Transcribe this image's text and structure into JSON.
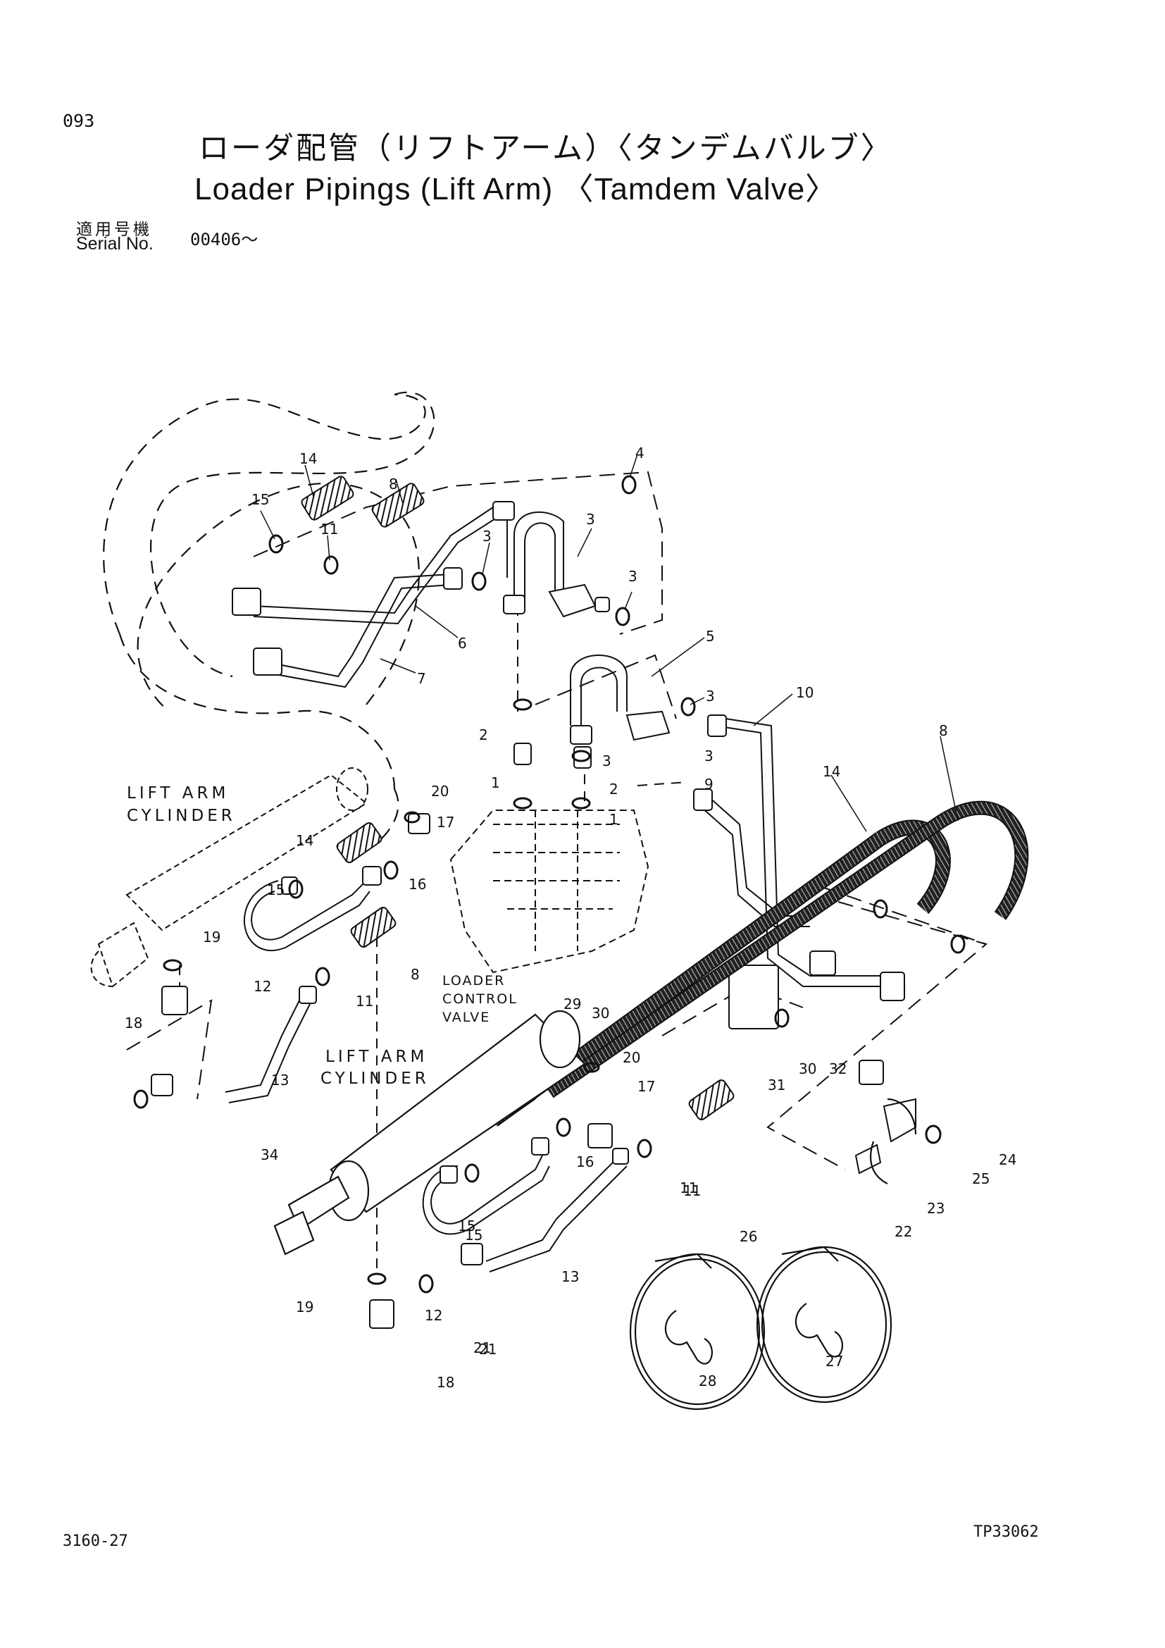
{
  "page_number": "093",
  "title_jp": "ローダ配管（リフトアーム）〈タンデムバルブ〉",
  "title_en": "Loader Pipings (Lift Arm) 〈Tamdem Valve〉",
  "serial_label_jp": "適用号機",
  "serial_label_en": "Serial No.",
  "serial_value": "00406～",
  "labels": {
    "cyl_top_1": "LIFT ARM",
    "cyl_top_2": "CYLINDER",
    "cyl_bot_1": "LIFT ARM",
    "cyl_bot_2": "CYLINDER",
    "valve_1": "LOADER",
    "valve_2": "CONTROL",
    "valve_3": "VALVE"
  },
  "callouts": [
    "14",
    "8",
    "15",
    "11",
    "3",
    "4",
    "3",
    "3",
    "6",
    "7",
    "5",
    "3",
    "10",
    "3",
    "2",
    "3",
    "2",
    "1",
    "1",
    "9",
    "14",
    "8",
    "20",
    "17",
    "16",
    "15",
    "14",
    "8",
    "12",
    "11",
    "19",
    "18",
    "13",
    "15",
    "11",
    "29",
    "30",
    "30",
    "32",
    "31",
    "20",
    "17",
    "16",
    "11",
    "34",
    "15",
    "12",
    "13",
    "21",
    "24",
    "25",
    "23",
    "22",
    "26",
    "19",
    "21",
    "18",
    "28",
    "27"
  ],
  "footer_left": "3160-27",
  "footer_right": "TP33062"
}
